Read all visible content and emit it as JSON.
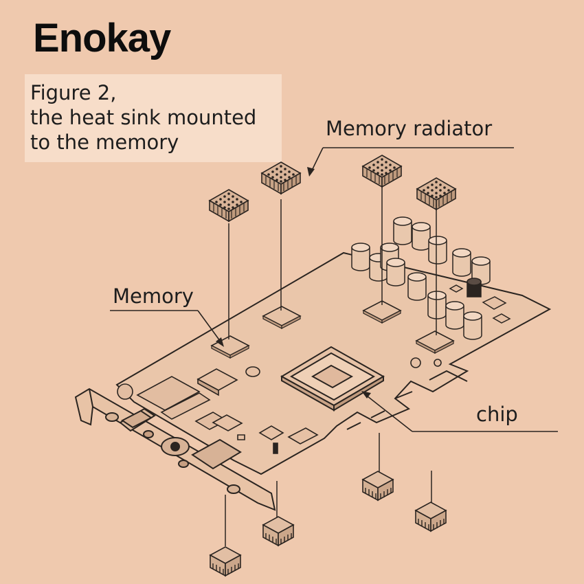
{
  "brand": "Enokay",
  "caption": {
    "lines": [
      "Figure 2,",
      "the heat sink mounted",
      "to the memory"
    ]
  },
  "labels": {
    "memory_radiator": "Memory radiator",
    "memory": "Memory",
    "chip": "chip"
  },
  "colors": {
    "background": "#efc9ae",
    "caption_box": "#f7ddc9",
    "line": "#2a2420"
  },
  "icons": [
    "heat-sink-icon",
    "memory-chip-icon",
    "gpu-chip-icon",
    "capacitor-icon",
    "pci-bracket-icon"
  ]
}
